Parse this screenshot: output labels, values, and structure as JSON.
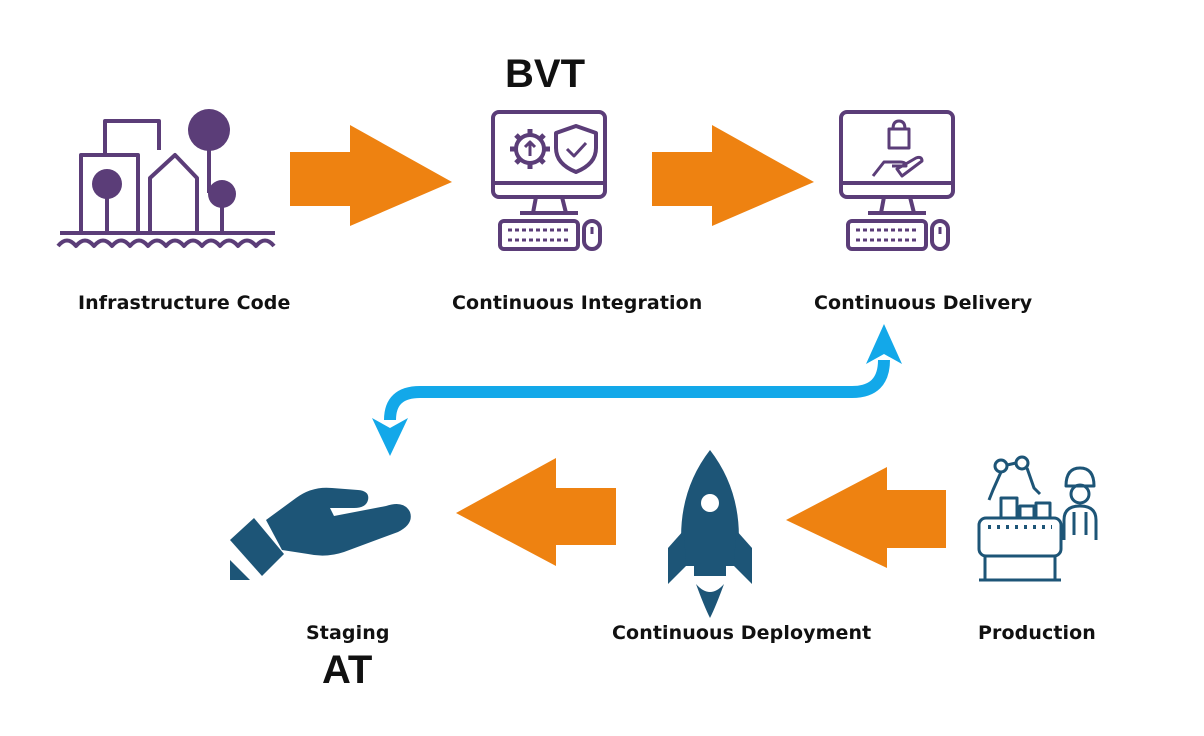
{
  "diagram": {
    "top_row": [
      {
        "id": "infrastructure",
        "label": "Infrastructure Code",
        "icon": "city-trees-water-icon"
      },
      {
        "id": "integration",
        "label": "Continuous Integration",
        "icon": "monitor-gear-shield-icon",
        "tag": "BVT"
      },
      {
        "id": "delivery",
        "label": "Continuous Delivery",
        "icon": "monitor-hand-bag-icon"
      }
    ],
    "bottom_row": [
      {
        "id": "production",
        "label": "Production",
        "icon": "factory-robot-worker-icon"
      },
      {
        "id": "deployment",
        "label": "Continuous Deployment",
        "icon": "rocket-icon"
      },
      {
        "id": "staging",
        "label": "Staging",
        "icon": "open-hand-icon",
        "tag": "AT"
      }
    ],
    "colors": {
      "flow_arrow": "#ee8211",
      "loop_arrow": "#13a8e9",
      "top_icons": "#5b3d78",
      "bottom_icons": "#1d5577",
      "text": "#111111"
    }
  }
}
